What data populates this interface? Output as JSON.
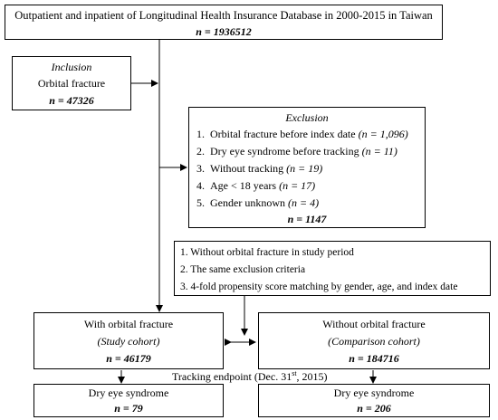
{
  "top": {
    "title": "Outpatient and inpatient of Longitudinal Health Insurance Database in 2000-2015 in Taiwan",
    "n": "n = 1936512"
  },
  "inclusion": {
    "heading": "Inclusion",
    "label": "Orbital fracture",
    "n": "n = 47326"
  },
  "exclusion": {
    "heading": "Exclusion",
    "items": [
      {
        "num": "1.",
        "text": "Orbital fracture before index date ",
        "count": "(n = 1,096)"
      },
      {
        "num": "2.",
        "text": "Dry eye syndrome before tracking ",
        "count": "(n = 11)"
      },
      {
        "num": "3.",
        "text": "Without tracking ",
        "count": "(n = 19)"
      },
      {
        "num": "4.",
        "text": "Age < 18 years ",
        "count": "(n = 17)"
      },
      {
        "num": "5.",
        "text": "Gender unknown ",
        "count": "(n = 4)"
      }
    ],
    "n": "n = 1147"
  },
  "criteria": {
    "items": [
      "1. Without orbital fracture in study period",
      "2. The same exclusion criteria",
      "3. 4-fold propensity score matching by gender, age, and index date"
    ]
  },
  "study": {
    "label": "With orbital fracture",
    "sub": "(Study cohort)",
    "n": "n = 46179"
  },
  "comparison": {
    "label": "Without orbital fracture",
    "sub": "(Comparison cohort)",
    "n": "n = 184716"
  },
  "tracking": {
    "prefix": "Tracking endpoint (Dec. 31",
    "sup": "st",
    "suffix": ", 2015)"
  },
  "outcome_study": {
    "label": "Dry eye syndrome",
    "n": "n = 79"
  },
  "outcome_comparison": {
    "label": "Dry eye syndrome",
    "n": "n = 206"
  }
}
